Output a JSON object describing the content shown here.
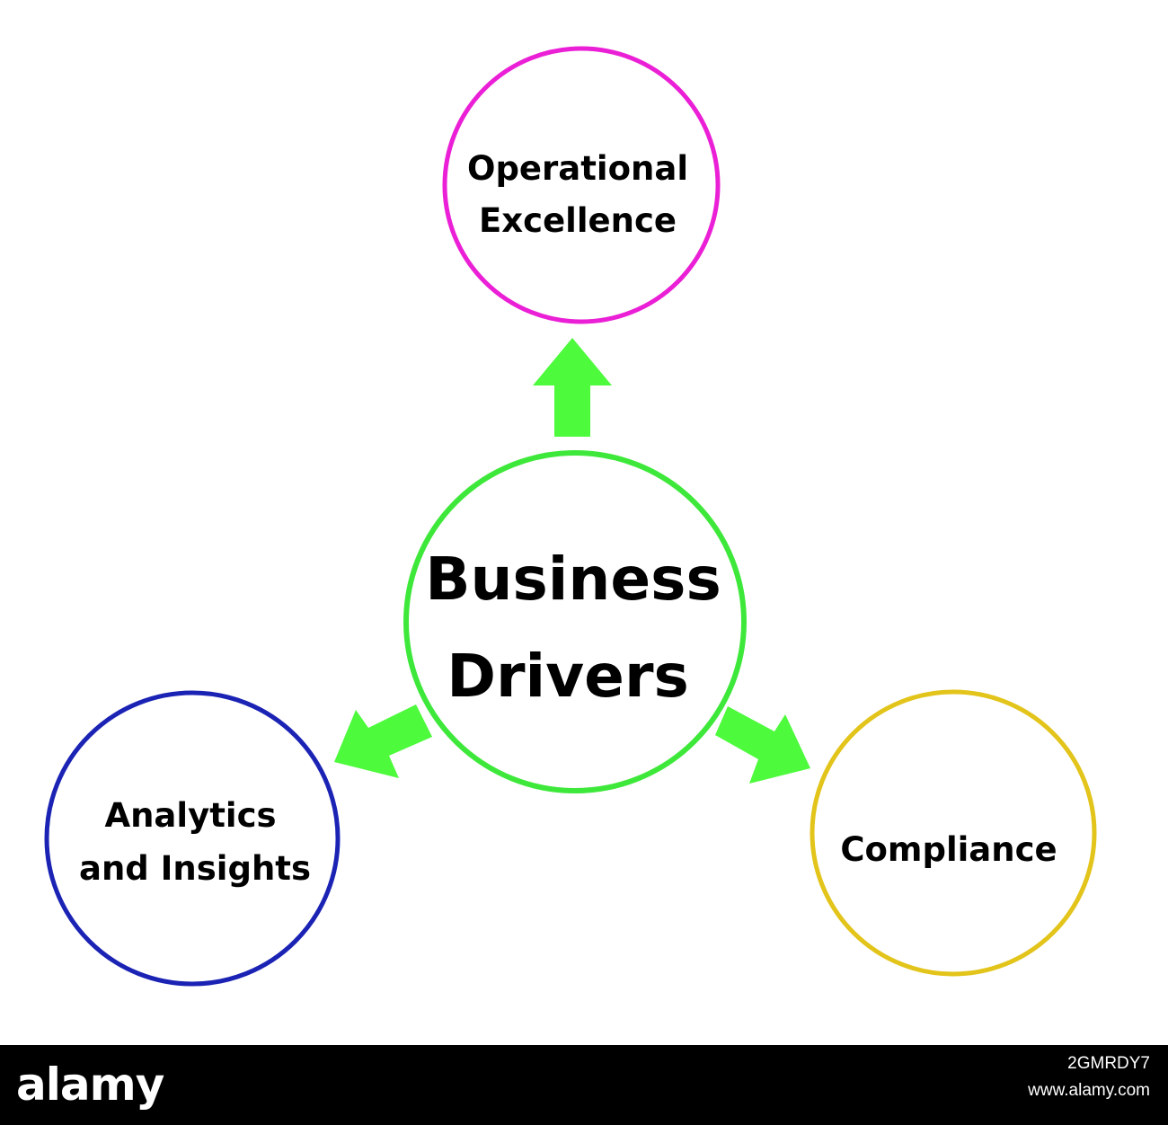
{
  "diagram": {
    "center": {
      "line1": "Business",
      "line2": "Drivers",
      "color": "#3ee83a"
    },
    "nodes": [
      {
        "id": "operational-excellence",
        "line1": "Operational",
        "line2": "Excellence",
        "color": "#ea1fd6"
      },
      {
        "id": "analytics-and-insights",
        "line1": "Analytics",
        "line2": "and Insights",
        "color": "#1b23b4"
      },
      {
        "id": "compliance",
        "line1": "Compliance",
        "line2": "",
        "color": "#e2c41a"
      }
    ],
    "arrow_color": "#4dfa3c"
  },
  "footer": {
    "logo": "alamy",
    "image_id": "2GMRDY7",
    "site": "www.alamy.com"
  }
}
